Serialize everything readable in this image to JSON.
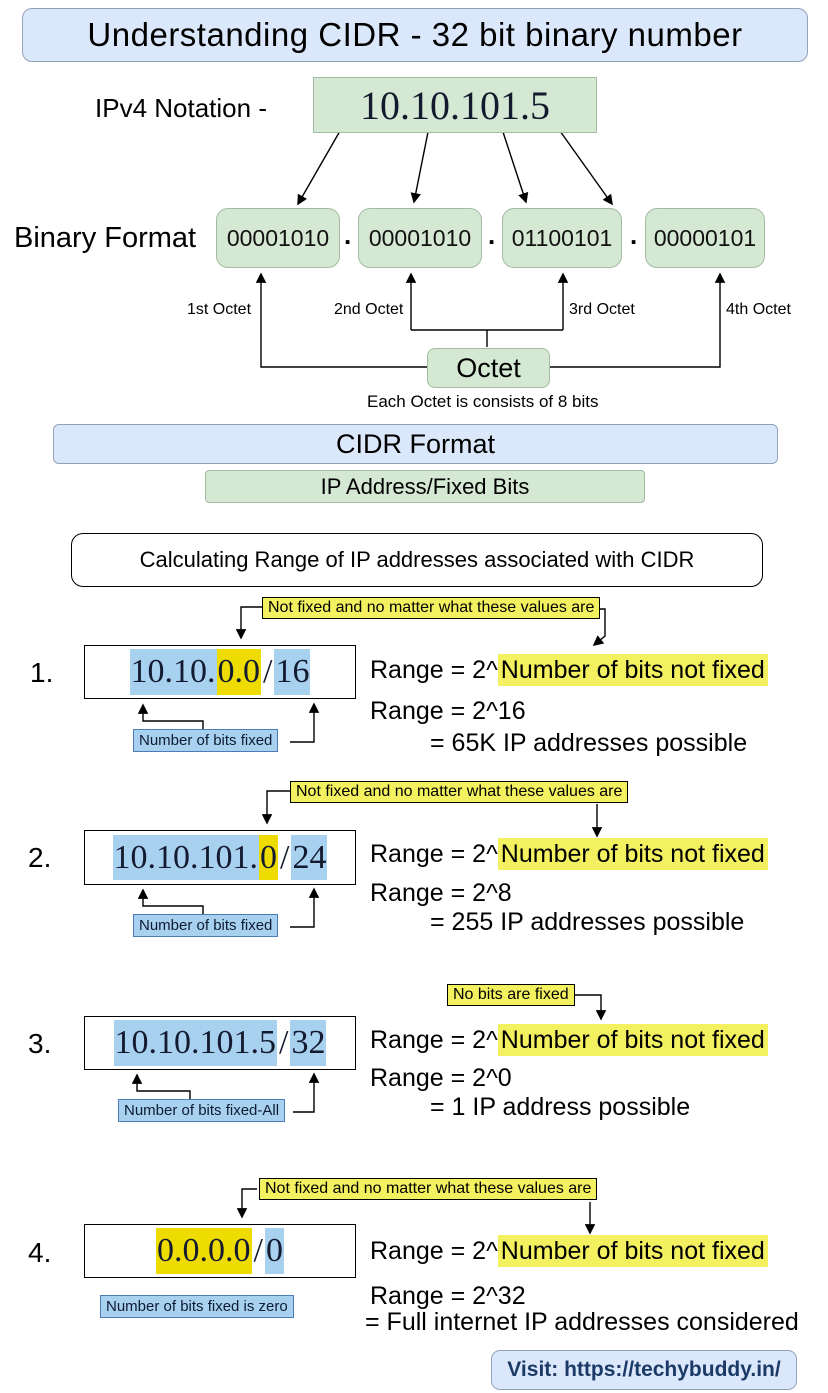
{
  "title": "Understanding CIDR - 32 bit binary number",
  "ipv4": {
    "label": "IPv4 Notation -",
    "value": "10.10.101.5"
  },
  "binary": {
    "label": "Binary Format",
    "separator": ".",
    "octets": [
      "00001010",
      "00001010",
      "01100101",
      "00000101"
    ],
    "octet_labels": [
      "1st Octet",
      "2nd Octet",
      "3rd Octet",
      "4th Octet"
    ],
    "octet_box_label": "Octet",
    "octet_note": "Each Octet is consists of 8 bits"
  },
  "cidr_format_label": "CIDR Format",
  "ip_fixed_bits_label": "IP Address/Fixed Bits",
  "calc_heading": "Calculating Range of IP addresses associated with CIDR",
  "examples": [
    {
      "num": "1.",
      "top_label": "Not fixed and no matter what these values are",
      "ip_parts": {
        "fixed": "10.10.",
        "free": "0.0",
        "slash": "/",
        "mask": "16"
      },
      "bottom_label": "Number of bits fixed",
      "range_prefix": "Range = 2^",
      "range_highlight": "Number of bits not fixed",
      "range_power": "Range = 2^16",
      "range_result": "= 65K IP addresses possible"
    },
    {
      "num": "2.",
      "top_label": "Not fixed and no matter what these values are",
      "ip_parts": {
        "fixed": "10.10.101.",
        "free": "0",
        "slash": "/",
        "mask": "24"
      },
      "bottom_label": "Number of bits fixed",
      "range_prefix": "Range = 2^",
      "range_highlight": "Number of bits not fixed",
      "range_power": "Range = 2^8",
      "range_result": "= 255 IP addresses possible"
    },
    {
      "num": "3.",
      "top_label": "No bits are fixed",
      "ip_parts": {
        "fixed": "10.10.101.5",
        "free": "",
        "slash": "/",
        "mask": "32"
      },
      "bottom_label": "Number of bits fixed-All",
      "range_prefix": "Range = 2^",
      "range_highlight": "Number of bits not fixed",
      "range_power": "Range = 2^0",
      "range_result": "= 1 IP address possible"
    },
    {
      "num": "4.",
      "top_label": "Not fixed and no matter what these values are",
      "ip_parts": {
        "fixed": "",
        "free": "0.0.0.0",
        "slash": "/",
        "mask": "0"
      },
      "bottom_label": "Number of bits fixed is zero",
      "range_prefix": "Range = 2^",
      "range_highlight": "Number of bits not fixed",
      "range_power": "Range = 2^32",
      "range_result": "= Full internet IP addresses considered"
    }
  ],
  "footer": "Visit: https://techybuddy.in/",
  "colors": {
    "panel_blue": "#dbe8fb",
    "box_green": "#d5e8d4",
    "highlight_blue": "#a8d1f0",
    "highlight_gold": "#eedc00",
    "highlight_lemon": "#f4f160",
    "footer_text": "#1b3a66"
  }
}
